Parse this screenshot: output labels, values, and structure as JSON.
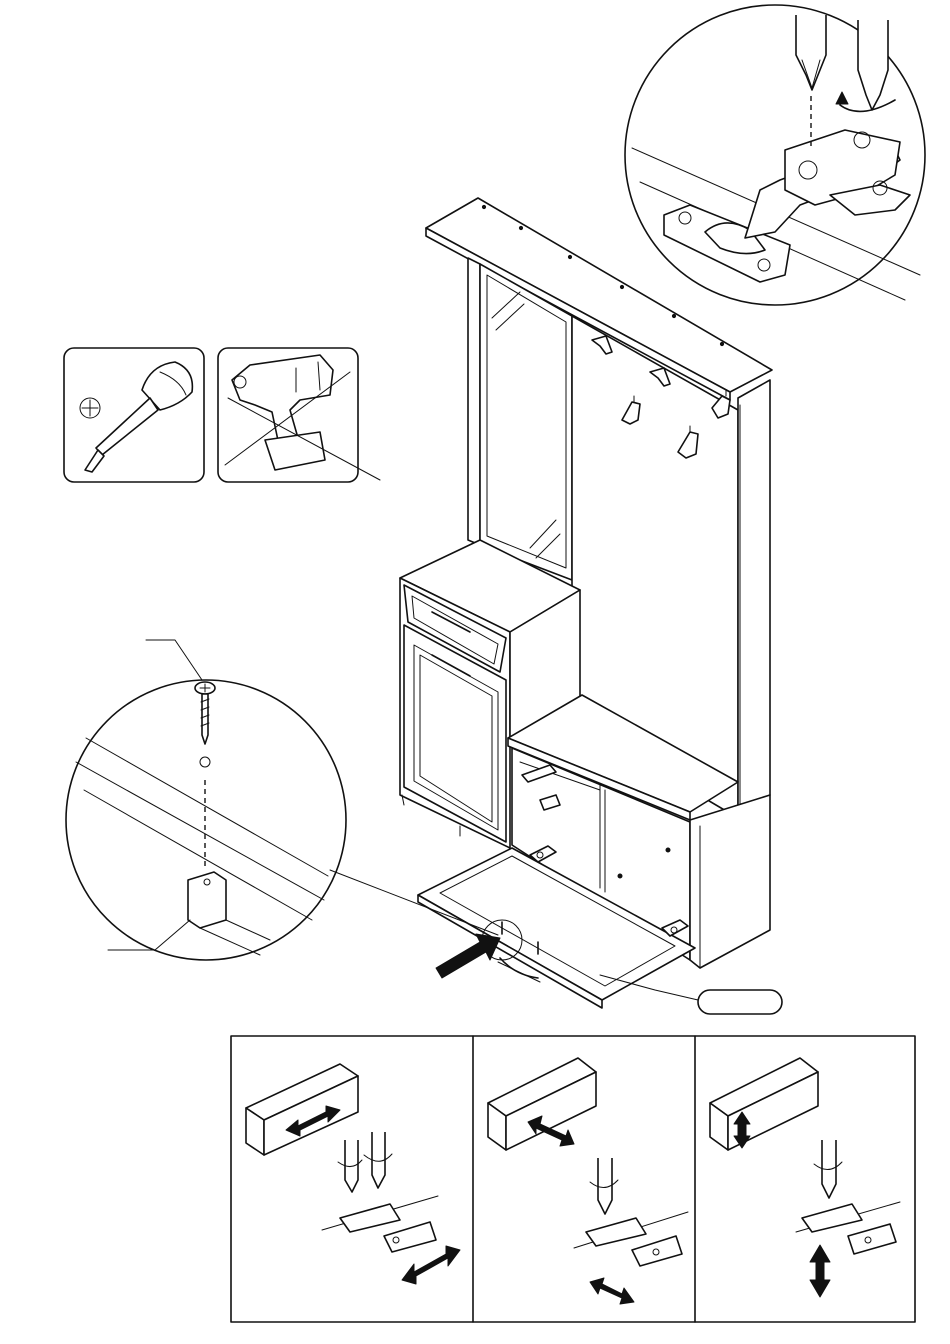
{
  "diagram": {
    "part_label": "",
    "tools": [
      "phillips-screwdriver",
      "cordless-drill-prohibited"
    ],
    "adjustment_panels": [
      "lateral-adjustment",
      "depth-adjustment",
      "height-adjustment"
    ]
  }
}
